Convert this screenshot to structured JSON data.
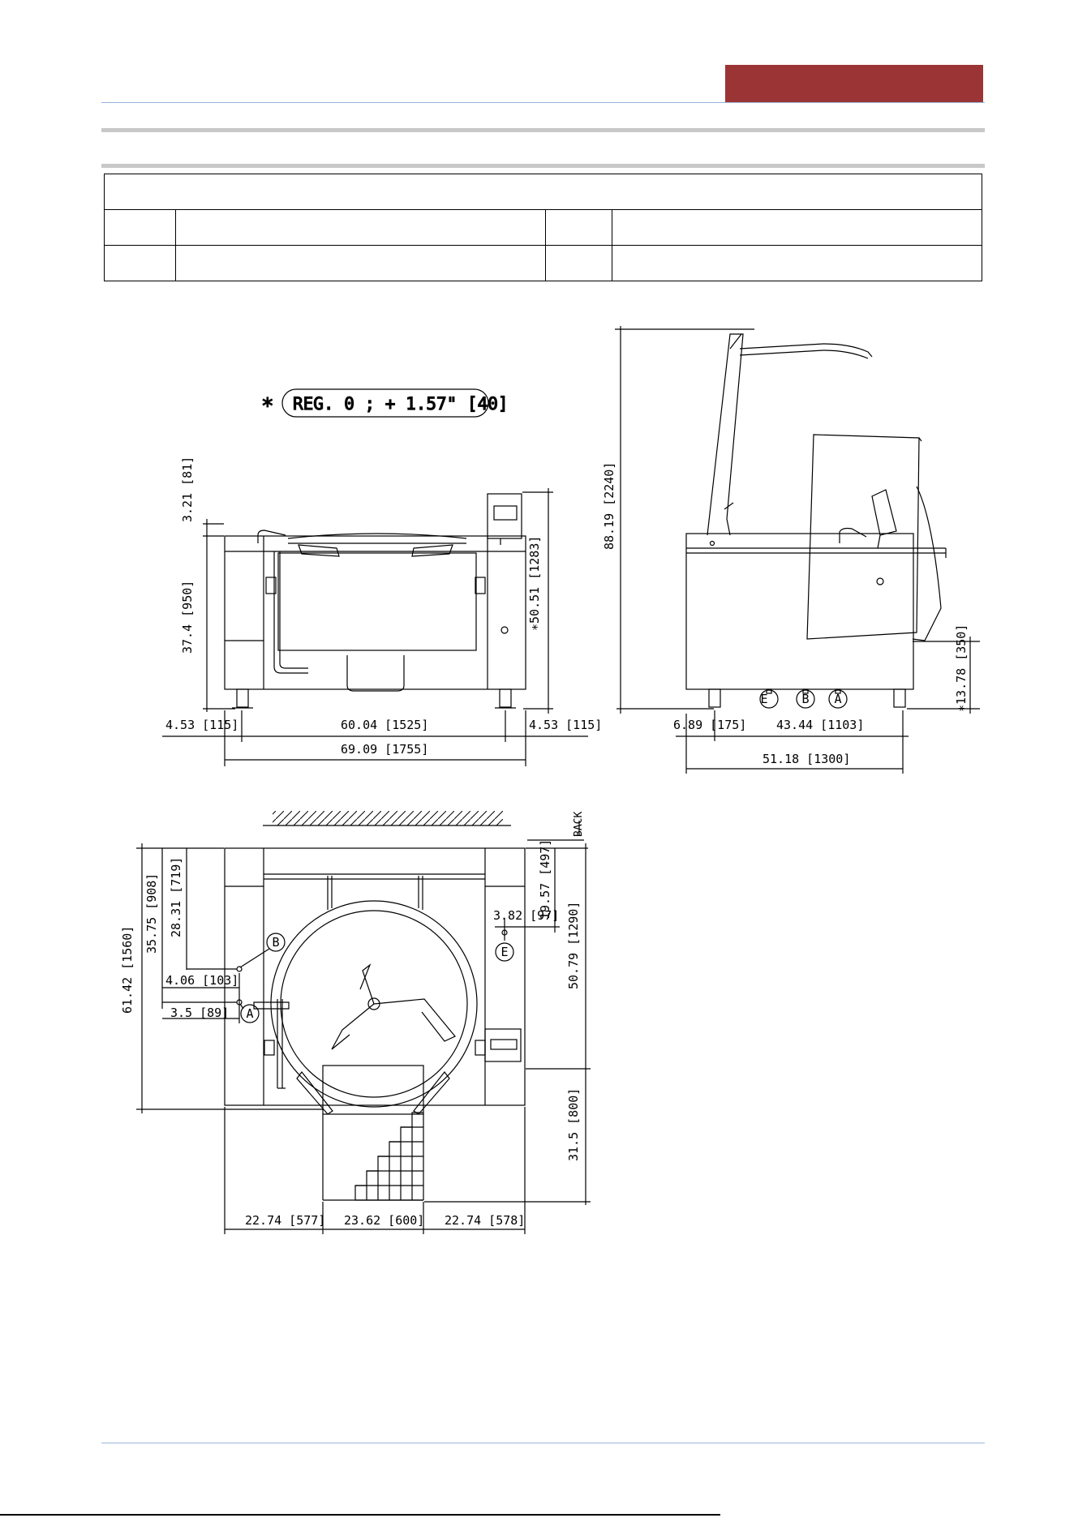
{
  "theme": {
    "accent": "#9b3535",
    "rule_blue": "#9bb5dd",
    "rule_grey": "#c8c8c8",
    "line": "#000000"
  },
  "spec_table": {
    "rows": [
      [
        ""
      ],
      [
        "",
        "",
        "",
        ""
      ],
      [
        "",
        "",
        "",
        ""
      ]
    ]
  },
  "front_view": {
    "note_symbol": "∗",
    "note": "REG. 0 ; + 1.57\" [40]",
    "dims": {
      "top_offset": "3.21 [81]",
      "body_height": "37.4 [950]",
      "overall_height": "∗50.51 [1283]",
      "left_margin": "4.53 [115]",
      "center_width": "60.04 [1525]",
      "right_margin": "4.53 [115]",
      "overall_width": "69.09 [1755]"
    }
  },
  "side_view": {
    "dims": {
      "height_open": "88.19 [2240]",
      "floor_clearance": "∗13.78 [350]",
      "front_offset": "6.89 [175]",
      "connection_span": "43.44 [1103]",
      "overall_depth": "51.18 [1300]"
    },
    "connections": [
      "E",
      "B",
      "A"
    ]
  },
  "plan_view": {
    "back_label": "BACK",
    "dims": {
      "overall_depth": "61.42 [1560]",
      "depth_to_A": "35.75 [908]",
      "depth_to_B": "28.31 [719]",
      "B_offset": "4.06 [103]",
      "A_offset": "3.5 [89]",
      "E_offset": "3.82 [97]",
      "E_depth": "19.57 [497]",
      "body_depth": "50.79 [1290]",
      "clearance_front": "31.5 [800]",
      "left_clearance": "22.74 [577]",
      "center_clearance": "23.62 [600]",
      "right_clearance": "22.74 [578]"
    },
    "points": {
      "a": "A",
      "b": "B",
      "e": "E"
    }
  }
}
